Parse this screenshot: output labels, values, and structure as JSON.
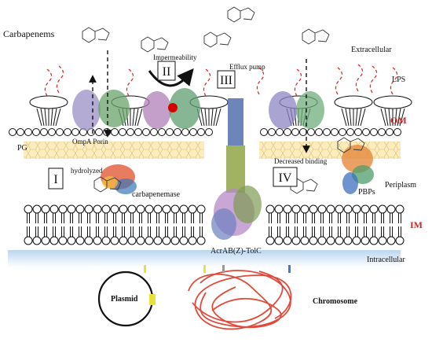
{
  "labels": {
    "carbapenems": "Carbapenems",
    "impermeability": "Impermeability",
    "efflux_pump": "Efflux pump",
    "extracellular": "Extracellular",
    "lps": "LPS",
    "om": "OM",
    "pg": "PG",
    "ompa_porin": "OmpA Porin",
    "hydrolyzed": "hydrolyzed",
    "carbapenemase": "carbapenemase",
    "decreased_binding": "Decreased binding",
    "periplasm": "Periplasm",
    "pbps": "PBPs",
    "im": "IM",
    "acrab_tolc": "AcrAB(Z)-TolC",
    "intracellular": "Intracellular",
    "plasmid": "Plasmid",
    "chromosome": "Chromosome"
  },
  "mechanisms": {
    "m1": "I",
    "m2": "II",
    "m3": "III",
    "m4": "IV"
  },
  "colors": {
    "om_label": "#c62828",
    "im_label": "#c62828",
    "lps_chains": "#d32f2f",
    "peptidoglycan": "#fbe6a8",
    "cytoplasm": "#cfe3f5",
    "plasmid_marker": "#e8e23a",
    "porin_blob": "#d50000"
  }
}
